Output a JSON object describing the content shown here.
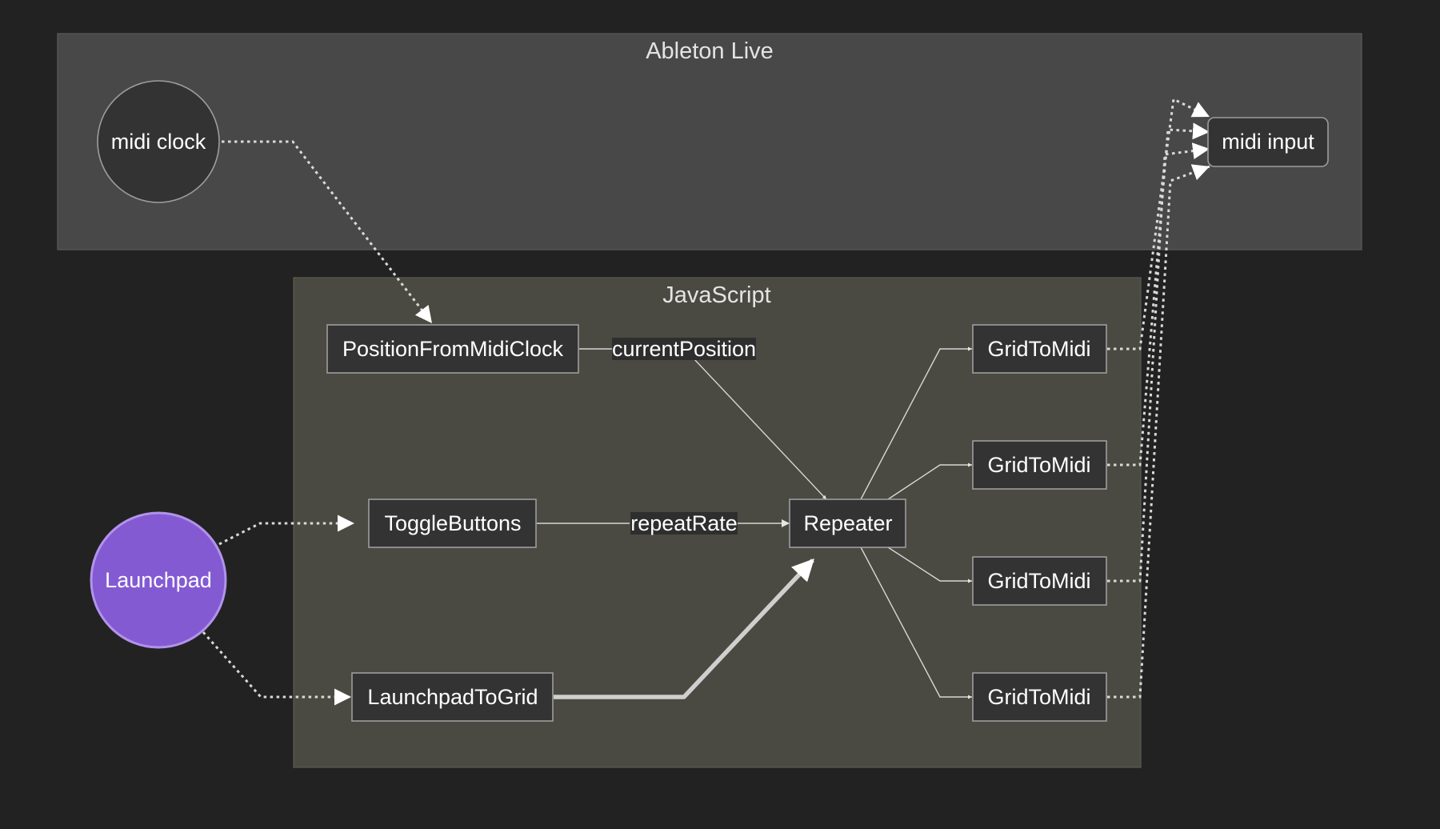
{
  "clusters": {
    "live": {
      "title": "Ableton Live"
    },
    "js": {
      "title": "JavaScript"
    }
  },
  "nodes": {
    "midi_clock": {
      "label": "midi clock"
    },
    "midi_input": {
      "label": "midi input"
    },
    "launchpad": {
      "label": "Launchpad",
      "color": "#845ad3",
      "border": "#b193ea"
    },
    "position_from_midi_clock": {
      "label": "PositionFromMidiClock"
    },
    "toggle_buttons": {
      "label": "ToggleButtons"
    },
    "launchpad_to_grid": {
      "label": "LaunchpadToGrid"
    },
    "repeater": {
      "label": "Repeater"
    },
    "grid_to_midi": [
      {
        "label": "GridToMidi"
      },
      {
        "label": "GridToMidi"
      },
      {
        "label": "GridToMidi"
      },
      {
        "label": "GridToMidi"
      }
    ]
  },
  "edges": {
    "current_position": {
      "label": "currentPosition"
    },
    "repeat_rate": {
      "label": "repeatRate"
    }
  },
  "colors": {
    "background": "#222222",
    "live_cluster": "#484848",
    "js_cluster": "#4b4a42",
    "node_fill": "#333333",
    "node_border": "#9d9d9d",
    "edge": "#d6d6d6"
  }
}
